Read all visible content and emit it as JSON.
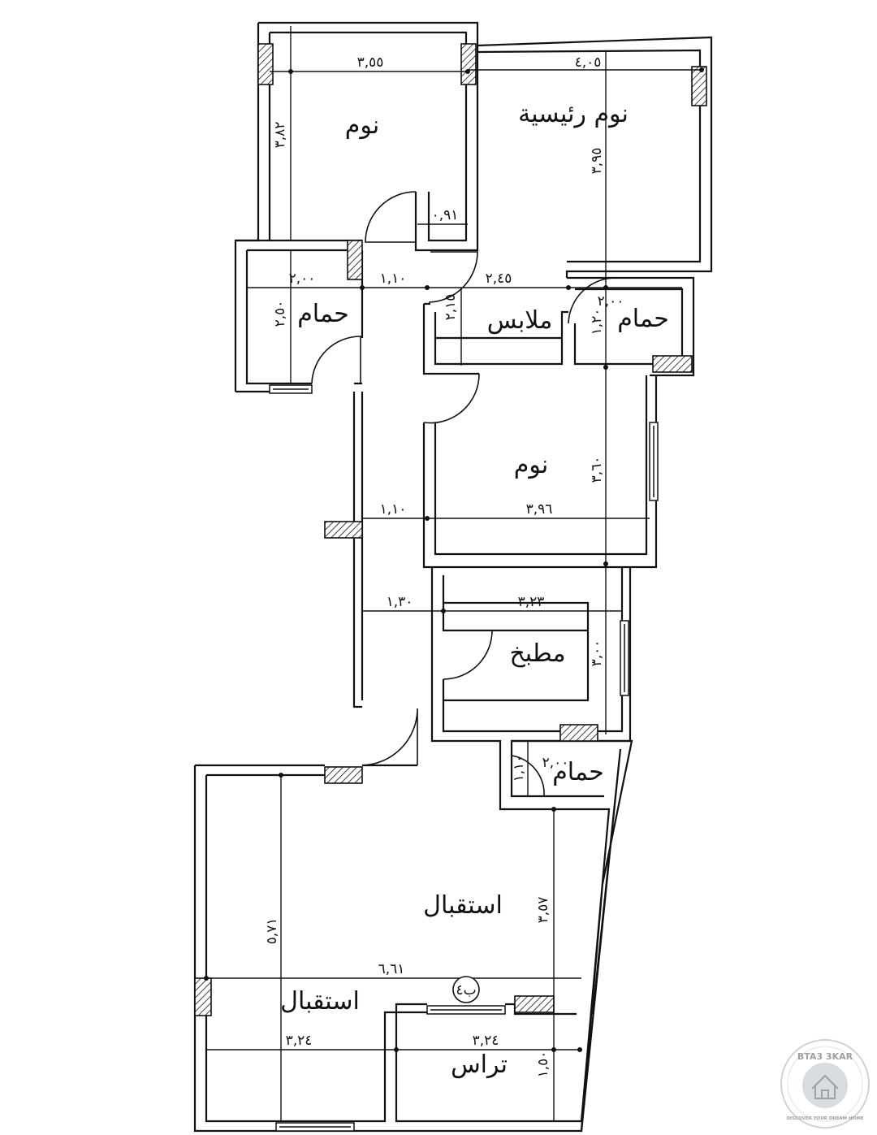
{
  "rooms": {
    "bedroom_top": "نوم",
    "master_bedroom": "نوم رئيسية",
    "bath_left": "حمام",
    "wardrobe": "ملابس",
    "bath_right": "حمام",
    "bedroom_mid": "نوم",
    "kitchen": "مطبخ",
    "bath_small": "حمام",
    "reception_main": "استقبال",
    "reception_second": "استقبال",
    "terrace": "تراس"
  },
  "dimensions": {
    "d_355": "٣,٥٥",
    "d_405": "٤,٠٥",
    "d_382": "٣,٨٢",
    "d_395": "٣,٩٥",
    "d_091": "٠,٩١",
    "d_200a": "٢,٠٠",
    "d_110a": "١,١٠",
    "d_245": "٢,٤٥",
    "d_250": "٢,٥٠",
    "d_215": "٢,١٥",
    "d_200b": "٢,٠٠",
    "d_120": "١,٢٠",
    "d_110b": "١,١٠",
    "d_396": "٣,٩٦",
    "d_360": "٣,٦٠",
    "d_130": "١,٣٠",
    "d_323": "٣,٢٣",
    "d_300": "٣,٠٠",
    "d_200c": "٢,٠٠",
    "d_110c": "١,١٠",
    "d_571": "٥,٧١",
    "d_357": "٣,٥٧",
    "d_661": "٦,٦١",
    "d_324a": "٣,٢٤",
    "d_324b": "٣,٢٤",
    "d_150": "١,٥٠",
    "column_tag": "ب٤"
  },
  "logo": {
    "brand": "BTA3 3KAR",
    "tagline": "DISCOVER YOUR DREAM HOME"
  }
}
